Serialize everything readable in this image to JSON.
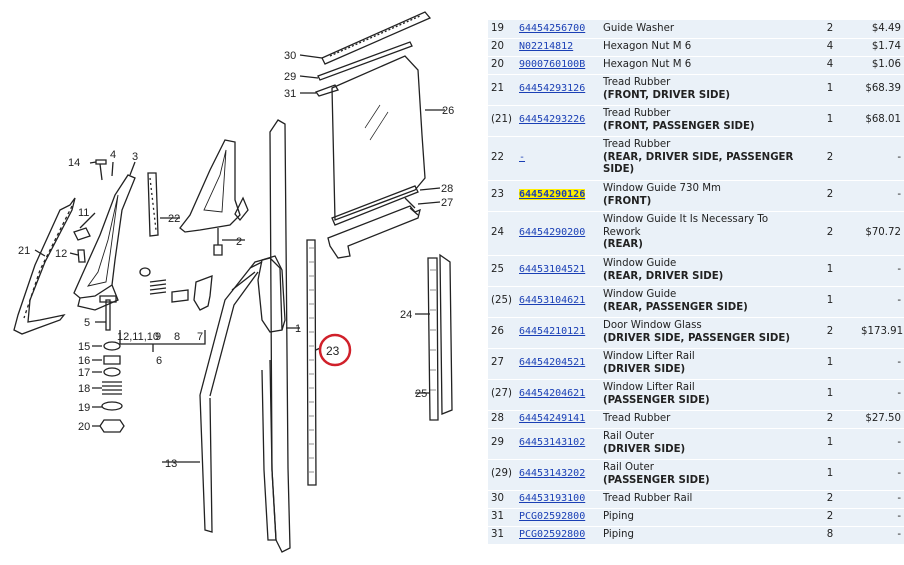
{
  "diagram": {
    "callouts": {
      "c1": "1",
      "c2": "2",
      "c3": "3",
      "c4": "4",
      "c5": "5",
      "c6": "6",
      "c7": "7",
      "c8": "8",
      "c9": "9",
      "c10": "10",
      "c11": "11",
      "c12": "12",
      "c12_11_10": "12,11,10",
      "c13": "13",
      "c14": "14",
      "c15": "15",
      "c16": "16",
      "c17": "17",
      "c18": "18",
      "c19": "19",
      "c20": "20",
      "c21": "21",
      "c22": "22",
      "c23": "23",
      "c24": "24",
      "c25": "25",
      "c26": "26",
      "c27": "27",
      "c28": "28",
      "c29": "29",
      "c30": "30",
      "c31": "31"
    }
  },
  "parts": [
    {
      "num": "19",
      "pn": "64454256700",
      "desc": "Guide Washer",
      "desc2": "",
      "qty": "2",
      "price": "$4.49",
      "highlight": false
    },
    {
      "num": "20",
      "pn": "N02214812",
      "desc": "Hexagon Nut M 6",
      "desc2": "",
      "qty": "4",
      "price": "$1.74",
      "highlight": false
    },
    {
      "num": "20",
      "pn": "9000760100B",
      "desc": "Hexagon Nut M 6",
      "desc2": "",
      "qty": "4",
      "price": "$1.06",
      "highlight": false
    },
    {
      "num": "21",
      "pn": "64454293126",
      "desc": "Tread Rubber",
      "desc2": "(FRONT, DRIVER SIDE)",
      "qty": "1",
      "price": "$68.39",
      "highlight": false
    },
    {
      "num": "(21)",
      "pn": "64454293226",
      "desc": "Tread Rubber",
      "desc2": "(FRONT, PASSENGER SIDE)",
      "qty": "1",
      "price": "$68.01",
      "highlight": false
    },
    {
      "num": "22",
      "pn": "-",
      "desc": "Tread Rubber",
      "desc2": "(REAR, DRIVER SIDE, PASSENGER SIDE)",
      "qty": "2",
      "price": "-",
      "highlight": false
    },
    {
      "num": "23",
      "pn": "64454290126",
      "desc": "Window Guide 730 Mm",
      "desc2": "(FRONT)",
      "qty": "2",
      "price": "-",
      "highlight": true
    },
    {
      "num": "24",
      "pn": "64454290200",
      "desc": "Window Guide It Is Necessary To Rework",
      "desc2": "(REAR)",
      "qty": "2",
      "price": "$70.72",
      "highlight": false
    },
    {
      "num": "25",
      "pn": "64453104521",
      "desc": "Window Guide",
      "desc2": "(REAR, DRIVER SIDE)",
      "qty": "1",
      "price": "-",
      "highlight": false
    },
    {
      "num": "(25)",
      "pn": "64453104621",
      "desc": "Window Guide",
      "desc2": "(REAR, PASSENGER SIDE)",
      "qty": "1",
      "price": "-",
      "highlight": false
    },
    {
      "num": "26",
      "pn": "64454210121",
      "desc": "Door Window Glass",
      "desc2": "(DRIVER SIDE, PASSENGER SIDE)",
      "qty": "2",
      "price": "$173.91",
      "highlight": false
    },
    {
      "num": "27",
      "pn": "64454204521",
      "desc": "Window Lifter Rail",
      "desc2": "(DRIVER SIDE)",
      "qty": "1",
      "price": "-",
      "highlight": false
    },
    {
      "num": "(27)",
      "pn": "64454204621",
      "desc": "Window Lifter Rail",
      "desc2": "(PASSENGER SIDE)",
      "qty": "1",
      "price": "-",
      "highlight": false
    },
    {
      "num": "28",
      "pn": "64454249141",
      "desc": "Tread Rubber",
      "desc2": "",
      "qty": "2",
      "price": "$27.50",
      "highlight": false
    },
    {
      "num": "29",
      "pn": "64453143102",
      "desc": "Rail Outer",
      "desc2": "(DRIVER SIDE)",
      "qty": "1",
      "price": "-",
      "highlight": false
    },
    {
      "num": "(29)",
      "pn": "64453143202",
      "desc": "Rail Outer",
      "desc2": "(PASSENGER SIDE)",
      "qty": "1",
      "price": "-",
      "highlight": false
    },
    {
      "num": "30",
      "pn": "64453193100",
      "desc": "Tread Rubber Rail",
      "desc2": "",
      "qty": "2",
      "price": "-",
      "highlight": false
    },
    {
      "num": "31",
      "pn": "PCG02592800",
      "desc": "Piping",
      "desc2": "",
      "qty": "2",
      "price": "-",
      "highlight": false
    },
    {
      "num": "31",
      "pn": "PCG02592800",
      "desc": "Piping",
      "desc2": "",
      "qty": "8",
      "price": "-",
      "highlight": false
    }
  ],
  "colors": {
    "row_bg": "#eaf1f8",
    "link": "#1a3fb5",
    "highlight": "#ffee00",
    "callout_circle": "#d0202a"
  }
}
